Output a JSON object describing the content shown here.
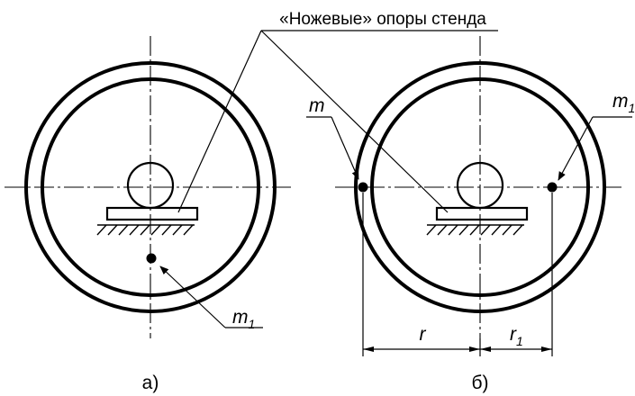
{
  "title": "«Ножевые» опоры стенда",
  "panel_a": {
    "caption": "а)",
    "mass_label": "m",
    "mass_subscript": "1"
  },
  "panel_b": {
    "caption": "б)",
    "mass_left_label": "m",
    "mass_right_label": "m",
    "mass_right_subscript": "1",
    "radius_label": "r",
    "radius1_label": "r",
    "radius1_subscript": "1"
  }
}
